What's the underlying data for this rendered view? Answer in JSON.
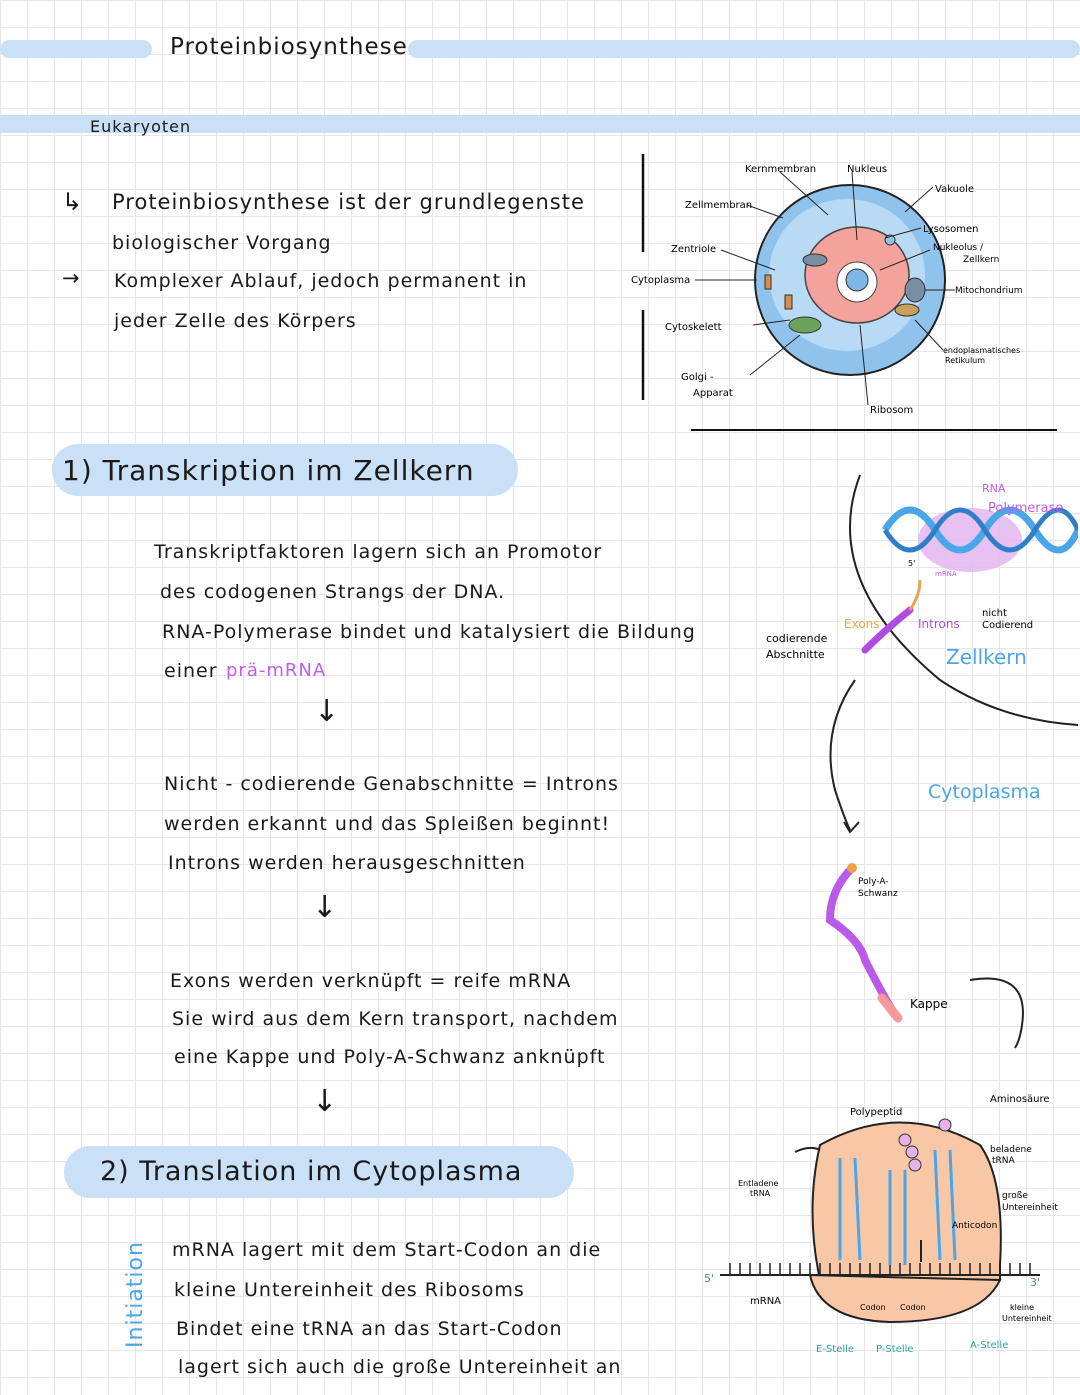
{
  "header": {
    "title": "Proteinbiosynthese"
  },
  "section_label": "Eukaryoten",
  "intro": {
    "line1_marker": "↳",
    "line1": "Proteinbiosynthese ist der grundlegenste",
    "line2": "biologischer Vorgang",
    "line3_marker": "→",
    "line3": "Komplexer Ablauf, jedoch  permanent in",
    "line4": "jeder Zelle des Körpers"
  },
  "cell_diagram": {
    "labels": {
      "kernmembran": "Kernmembran",
      "nukleus": "Nukleus",
      "vakuole": "Vakuole",
      "zellmembran": "Zellmembran",
      "lysosomen": "Lysosomen",
      "nukleolus_1": "Nukleolus /",
      "nukleolus_2": "Zellkern",
      "zentriole": "Zentriole",
      "cytoplasma": "Cytoplasma",
      "mitochondrium": "Mitochondrium",
      "cytoskelett": "Cytoskelett",
      "er_1": "endoplasmatisches",
      "er_2": "Retikulum",
      "golgi_1": "Golgi -",
      "golgi_2": "Apparat",
      "ribosom": "Ribosom"
    }
  },
  "section1": {
    "title": "1) Transkription im Zellkern",
    "p1_l1": "Transkriptfaktoren lagern sich an  Promotor",
    "p1_l2": "des codogenen Strangs der DNA.",
    "p1_l3": "RNA-Polymerase bindet und katalysiert die Bildung",
    "p1_l4a": "einer",
    "p1_l4b": "prä-mRNA",
    "p2_l1": "Nicht - codierende Genabschnitte = Introns",
    "p2_l2": "werden erkannt und das Spleißen beginnt!",
    "p2_l3": "Introns werden herausgeschnitten",
    "p3_l1": "Exons werden verknüpft = reife mRNA",
    "p3_l2": "Sie wird aus dem Kern transport, nachdem",
    "p3_l3": "eine Kappe und Poly-A-Schwanz anknüpft",
    "down_arrow": "↓"
  },
  "transcription_diagram": {
    "rna_1": "RNA",
    "rna_2": "Polymerase",
    "five_prime": "5'",
    "mrna_small": "mRNA",
    "exons": "Exons",
    "introns": "Introns",
    "nicht_1": "nicht",
    "nicht_2": "Codierend",
    "codierende_1": "codierende",
    "codierende_2": "Abschnitte",
    "zellkern": "Zellkern",
    "cytoplasma": "Cytoplasma",
    "poly_a_1": "Poly-A-",
    "poly_a_2": "Schwanz",
    "kappe": "Kappe"
  },
  "section2": {
    "title": "2)  Translation im Cytoplasma",
    "side_label": "Initiation",
    "l1": "mRNA lagert mit dem Start-Codon an die",
    "l2": "kleine Untereinheit des Ribosoms",
    "l3": "Bindet eine tRNA an das Start-Codon",
    "l4": "lagert sich auch die große Untereinheit an"
  },
  "ribosome_diagram": {
    "aminosaeure": "Aminosäure",
    "polypeptid": "Polypeptid",
    "beladene_1": "beladene",
    "beladene_2": "tRNA",
    "entladene_1": "Entladene",
    "entladene_2": "tRNA",
    "grosse_1": "große",
    "grosse_2": "Untereinheit",
    "anticodon": "Anticodon",
    "five_prime": "5'",
    "three_prime": "3'",
    "mrna": "mRNA",
    "codon_1": "Codon",
    "codon_2": "Codon",
    "kleine_1": "kleine",
    "kleine_2": "Untereinheit",
    "e_stelle": "E-Stelle",
    "p_stelle": "P-Stelle",
    "a_stelle": "A-Stelle"
  }
}
